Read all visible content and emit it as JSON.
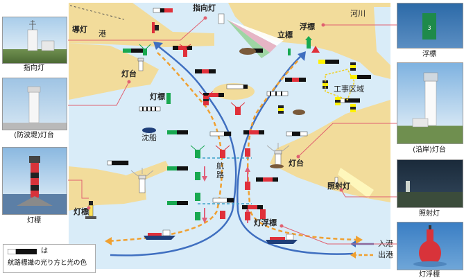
{
  "map": {
    "labels": {
      "guide_light": "導灯",
      "directional_light": "指向灯",
      "port": "港",
      "river": "河川",
      "buoy_top": "浮標",
      "standing_mark": "立標",
      "lighthouse_left": "灯台",
      "light_mark_mid": "灯標",
      "work_zone": "工事区域",
      "wreck": "沈船",
      "channel": "航路",
      "lighthouse_right": "灯台",
      "floodlight": "照射灯",
      "light_mark_bottom": "灯標",
      "light_buoy": "灯浮標"
    },
    "legend": {
      "line1_suffix": "は",
      "line2": "航路標識の光り方と光の色",
      "inbound": "入港",
      "outbound": "出港"
    },
    "colors": {
      "sea": "#d9ecf8",
      "land": "#f2dc9b",
      "inbound": "#3f6fc0",
      "outbound": "#f0a030",
      "leader": "#e06070"
    }
  },
  "photos": {
    "directional_light": "指向灯",
    "breakwater_lighthouse": "(防波堤)灯台",
    "light_mark": "灯標",
    "buoy": "浮標",
    "coastal_lighthouse": "(沿岸)灯台",
    "floodlight": "照射灯",
    "light_buoy": "灯浮標"
  }
}
